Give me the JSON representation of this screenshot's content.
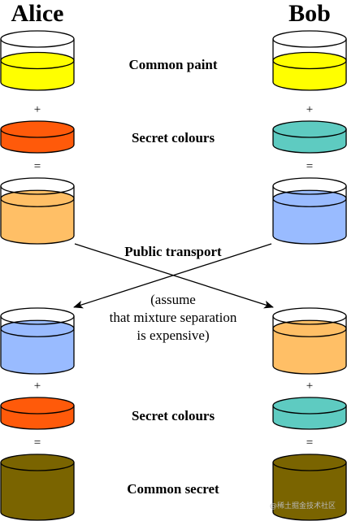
{
  "headers": {
    "left": "Alice",
    "right": "Bob"
  },
  "labels": {
    "row1": "Common paint",
    "row2": "Secret colours",
    "transport": "Public transport",
    "note_line1": "(assume",
    "note_line2": "that mixture separation",
    "note_line3": "is expensive)",
    "row5": "Secret colours",
    "row6": "Common secret"
  },
  "operators": {
    "plus": "+",
    "equals": "="
  },
  "watermark": "@稀土掘金技术社区",
  "colors": {
    "common_paint": "#ffff00",
    "alice_secret": "#ff5a0a",
    "bob_secret": "#5ecbc1",
    "alice_mix": "#ffbf66",
    "bob_mix": "#99bbff",
    "common_secret": "#7a6400",
    "outline": "#000000"
  },
  "containers": [
    {
      "id": "alice-paint",
      "side": "left",
      "row": 1,
      "fill": "common_paint",
      "level": 0.5
    },
    {
      "id": "bob-paint",
      "side": "right",
      "row": 1,
      "fill": "common_paint",
      "level": 0.5
    },
    {
      "id": "alice-secret",
      "side": "left",
      "row": 2,
      "fill": "alice_secret",
      "level": 1
    },
    {
      "id": "bob-secret",
      "side": "right",
      "row": 2,
      "fill": "bob_secret",
      "level": 1
    },
    {
      "id": "alice-mix",
      "side": "left",
      "row": 3,
      "fill": "alice_mix",
      "level": 0.75
    },
    {
      "id": "bob-mix",
      "side": "right",
      "row": 3,
      "fill": "bob_mix",
      "level": 0.75
    },
    {
      "id": "alice-received",
      "side": "left",
      "row": 4,
      "fill": "bob_mix",
      "level": 0.75
    },
    {
      "id": "bob-received",
      "side": "right",
      "row": 4,
      "fill": "alice_mix",
      "level": 0.75
    },
    {
      "id": "alice-secret-2",
      "side": "left",
      "row": 5,
      "fill": "alice_secret",
      "level": 1
    },
    {
      "id": "bob-secret-2",
      "side": "right",
      "row": 5,
      "fill": "bob_secret",
      "level": 1
    },
    {
      "id": "alice-common-secret",
      "side": "left",
      "row": 6,
      "fill": "common_secret",
      "level": 1
    },
    {
      "id": "bob-common-secret",
      "side": "right",
      "row": 6,
      "fill": "common_secret",
      "level": 1
    }
  ]
}
